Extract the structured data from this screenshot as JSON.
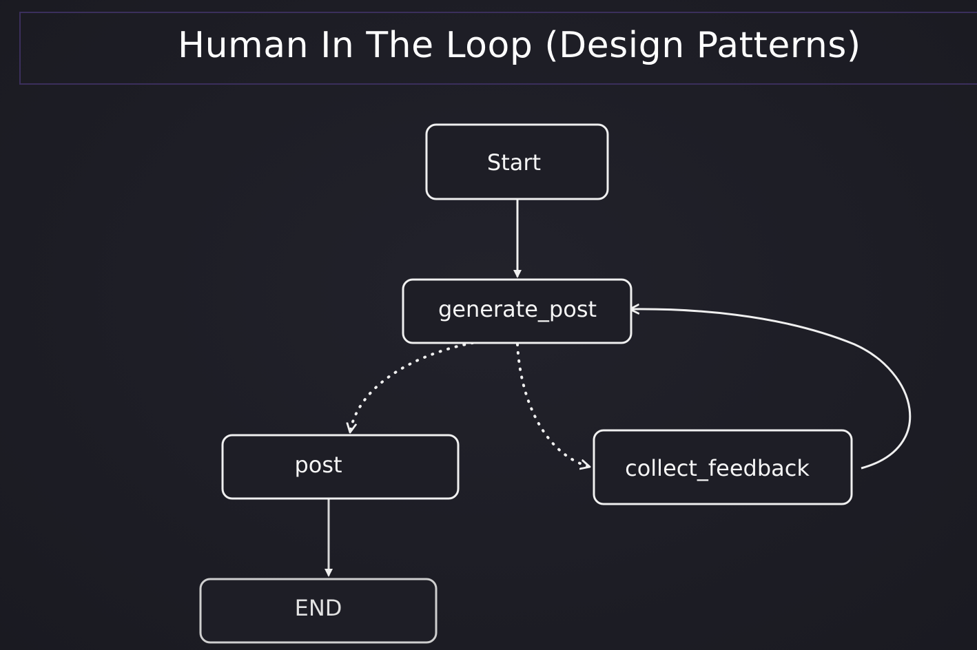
{
  "title": "Human In The Loop (Design Patterns)",
  "colors": {
    "background": "#1e1e26",
    "title_border": "#3b2f5c",
    "stroke": "#f0f0f0",
    "text": "#f5f5f5"
  },
  "nodes": {
    "start": "Start",
    "generate_post": "generate_post",
    "post": "post",
    "collect_feedback": "collect_feedback",
    "end": "END"
  }
}
